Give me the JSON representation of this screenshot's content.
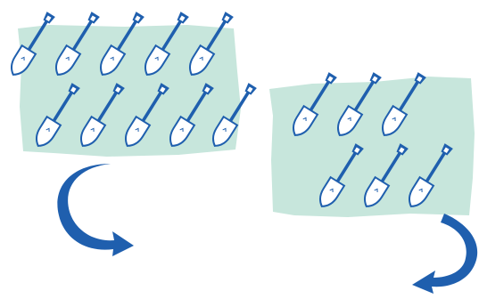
{
  "colors": {
    "background": "#ffffff",
    "panel": "#c7e6dc",
    "shovel": "#1f5fae",
    "shovel_fill": "#ffffff",
    "arrow": "#1f5fae"
  },
  "icons": {
    "shovel": "shovel-icon",
    "arrow": "curved-arrow-icon"
  },
  "groups": [
    {
      "name": "left-group",
      "shovel_count": 10,
      "rows": [
        5,
        5
      ]
    },
    {
      "name": "right-group",
      "shovel_count": 6,
      "rows": [
        3,
        3
      ]
    }
  ]
}
